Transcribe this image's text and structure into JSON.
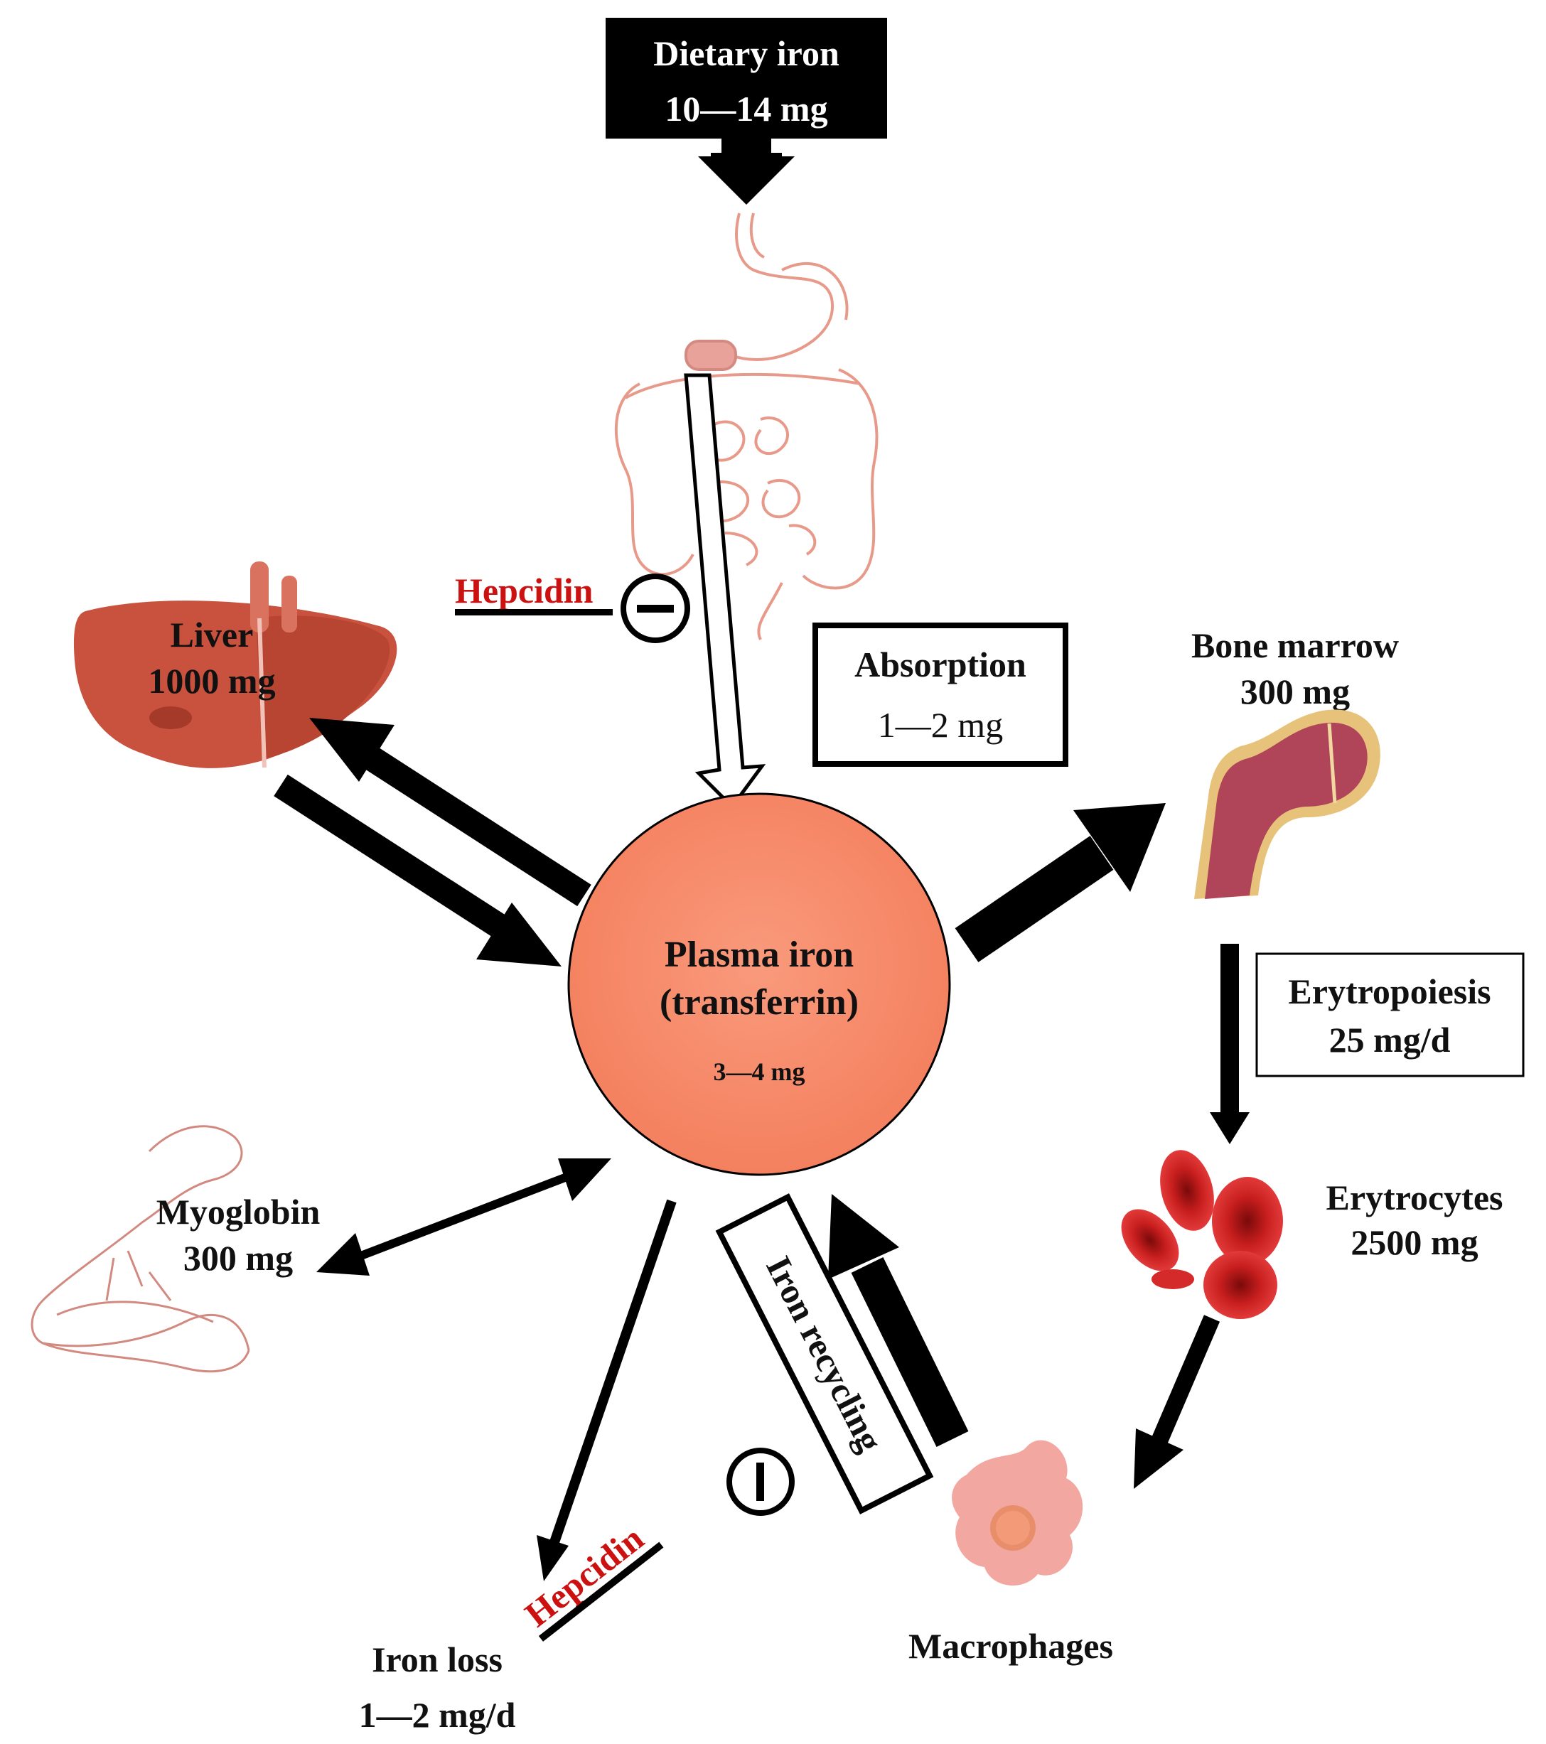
{
  "dietary": {
    "title": "Dietary iron",
    "amount": "10—14 mg"
  },
  "absorption": {
    "title": "Absorption",
    "amount": "1—2 mg"
  },
  "plasma": {
    "line1": "Plasma iron",
    "line2": "(transferrin)",
    "amount": "3—4 mg"
  },
  "liver": {
    "title": "Liver",
    "amount": "1000 mg"
  },
  "bone_marrow": {
    "title": "Bone marrow",
    "amount": "300 mg"
  },
  "erythropoiesis": {
    "title": "Erytropoiesis",
    "amount": "25 mg/d"
  },
  "erythrocytes": {
    "title": "Erytrocytes",
    "amount": "2500 mg"
  },
  "myoglobin": {
    "title": "Myoglobin",
    "amount": "300 mg"
  },
  "macrophages": {
    "title": "Macrophages"
  },
  "recycling": {
    "title": "Iron recycling"
  },
  "iron_loss": {
    "title": "Iron loss",
    "amount": "1—2 mg/d"
  },
  "hepcidin_top": "Hepcidin",
  "hepcidin_bottom": "Hepcidin",
  "colors": {
    "plasma_fill": "#f78a6a",
    "organ": "#c9523e",
    "rbc": "#cc2222",
    "arrow": "#000000",
    "hepcidin": "#cc1111"
  }
}
